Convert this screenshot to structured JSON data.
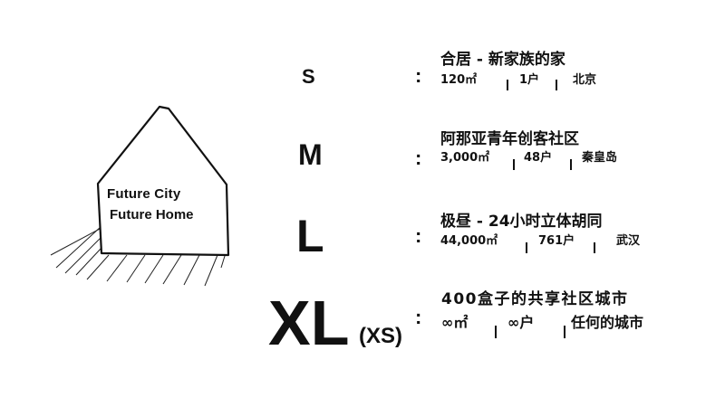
{
  "house": {
    "line1": "Future City",
    "line2": "Future Home"
  },
  "rows": [
    {
      "size": "S",
      "colon": ":",
      "title": "合居 - 新家族的家",
      "area": "120㎡",
      "units": "1户",
      "place": "北京"
    },
    {
      "size": "M",
      "colon": ":",
      "title": "阿那亚青年创客社区",
      "area": "3,000㎡",
      "units": "48户",
      "place": "秦皇岛"
    },
    {
      "size": "L",
      "colon": ":",
      "title": "极昼 - 24小时立体胡同",
      "area": "44,000㎡",
      "units": "761户",
      "place": "武汉"
    },
    {
      "size": "XL",
      "size_suffix": "(XS)",
      "colon": ":",
      "title": "400盒子的共享社区城市",
      "area": "∞㎡",
      "units": "∞户",
      "place": "任何的城市"
    }
  ]
}
